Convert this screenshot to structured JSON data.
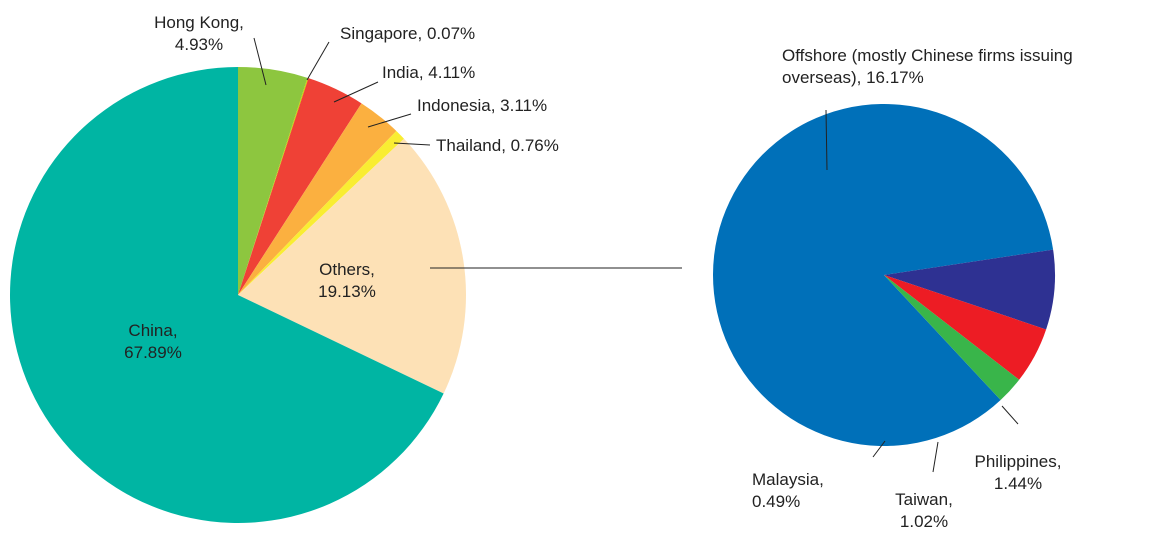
{
  "chart_data": [
    {
      "type": "pie",
      "slices": [
        {
          "label": "Hong Kong",
          "value": 4.93,
          "value_text": "4.93%",
          "color": "#8dc63f"
        },
        {
          "label": "Singapore",
          "value": 0.07,
          "value_text": "0.07%",
          "color": "#c8d400"
        },
        {
          "label": "India",
          "value": 4.11,
          "value_text": "4.11%",
          "color": "#ef4136"
        },
        {
          "label": "Indonesia",
          "value": 3.11,
          "value_text": "3.11%",
          "color": "#fbb040"
        },
        {
          "label": "Thailand",
          "value": 0.76,
          "value_text": "0.76%",
          "color": "#f9ed32"
        },
        {
          "label": "Others",
          "value": 19.13,
          "value_text": "19.13%",
          "color": "#fde1b6"
        },
        {
          "label": "China",
          "value": 67.89,
          "value_text": "67.89%",
          "color": "#00b5a3"
        }
      ]
    },
    {
      "type": "pie",
      "slices": [
        {
          "label": "Offshore (mostly Chinese firms issuing overseas)",
          "value": 16.17,
          "value_text": "16.17%",
          "color": "#0070b9"
        },
        {
          "label": "Philippines",
          "value": 1.44,
          "value_text": "1.44%",
          "color": "#2e3192"
        },
        {
          "label": "Taiwan",
          "value": 1.02,
          "value_text": "1.02%",
          "color": "#ed1c24"
        },
        {
          "label": "Malaysia",
          "value": 0.49,
          "value_text": "0.49%",
          "color": "#39b54a"
        }
      ]
    }
  ]
}
